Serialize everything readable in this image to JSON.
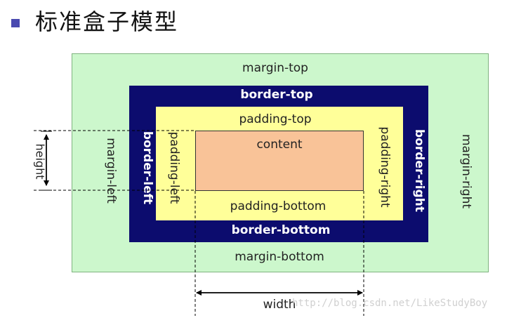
{
  "title": "标准盒子模型",
  "labels": {
    "margin_top": "margin-top",
    "margin_bottom": "margin-bottom",
    "margin_left": "margin-left",
    "margin_right": "margin-right",
    "border_top": "border-top",
    "border_bottom": "border-bottom",
    "border_left": "border-left",
    "border_right": "border-right",
    "padding_top": "padding-top",
    "padding_bottom": "padding-bottom",
    "padding_left": "padding-left",
    "padding_right": "padding-right",
    "content": "content",
    "height": "height",
    "width": "width"
  },
  "watermark": "http://blog.csdn.net/LikeStudyBoy",
  "colors": {
    "margin": "#ccf7cc",
    "border": "#0c0c6e",
    "padding": "#ffff99",
    "content": "#f9c398",
    "bullet": "#4a4ab0"
  }
}
